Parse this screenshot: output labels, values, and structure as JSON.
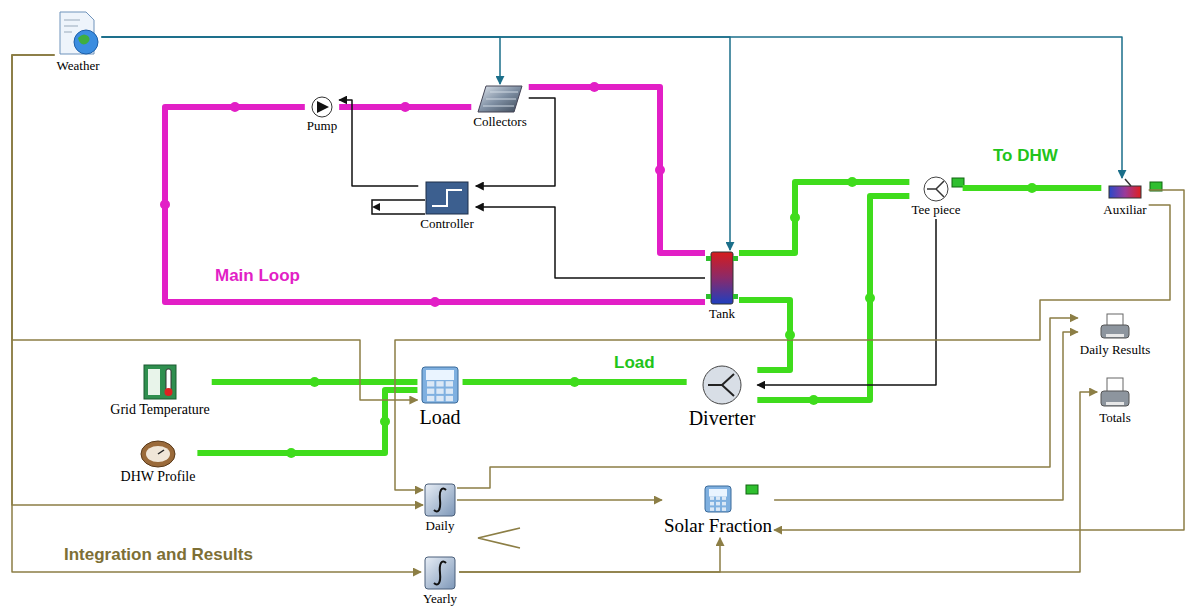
{
  "diagram": {
    "nodes": [
      {
        "text": [
          "Weather"
        ]
      },
      {
        "text": [
          "Pump"
        ]
      },
      {
        "text": [
          "Collectors"
        ]
      },
      {
        "text": [
          "Controller"
        ]
      },
      {
        "text": [
          "Tank"
        ]
      },
      {
        "text": [
          "Tee piece"
        ]
      },
      {
        "text": [
          "Auxiliar"
        ]
      },
      {
        "text": [
          "Daily Results"
        ]
      },
      {
        "text": [
          "Totals"
        ]
      },
      {
        "text": [
          "Grid Temperature"
        ]
      },
      {
        "text": [
          "DHW Profile"
        ]
      },
      {
        "text": [
          "Load"
        ]
      },
      {
        "text": [
          "Diverter"
        ]
      },
      {
        "text": [
          "Daily"
        ]
      },
      {
        "text": [
          "Yearly"
        ]
      },
      {
        "text": [
          "Solar Fraction"
        ]
      }
    ],
    "edges": [
      {
        "from": 2,
        "to": 4,
        "arrow": "none"
      },
      {
        "from": 4,
        "to": 1,
        "arrow": "none"
      },
      {
        "from": 1,
        "to": 2,
        "arrow": "none"
      },
      {
        "from": 9,
        "to": 11,
        "arrow": "none"
      },
      {
        "from": 10,
        "to": 11,
        "arrow": "none"
      },
      {
        "from": 11,
        "to": 12,
        "arrow": "none"
      },
      {
        "from": 12,
        "to": 4,
        "arrow": "none"
      },
      {
        "from": 4,
        "to": 5,
        "arrow": "none"
      },
      {
        "from": 12,
        "to": 5,
        "arrow": "none"
      },
      {
        "from": 5,
        "to": 6,
        "arrow": "none"
      },
      {
        "from": 0,
        "to": 2,
        "arrow": "to"
      },
      {
        "from": 0,
        "to": 4,
        "arrow": "to"
      },
      {
        "from": 0,
        "to": 6,
        "arrow": "to"
      },
      {
        "from": 2,
        "to": 3,
        "arrow": "to"
      },
      {
        "from": 4,
        "to": 3,
        "arrow": "to"
      },
      {
        "from": 3,
        "to": 1,
        "arrow": "to"
      },
      {
        "from": 5,
        "to": 12,
        "arrow": "to"
      },
      {
        "from": 0,
        "to": 11,
        "arrow": "to"
      },
      {
        "from": 0,
        "to": 13,
        "arrow": "to"
      },
      {
        "from": 0,
        "to": 14,
        "arrow": "to"
      },
      {
        "from": 6,
        "to": 13,
        "arrow": "to"
      },
      {
        "from": 13,
        "to": 15,
        "arrow": "to"
      },
      {
        "from": 13,
        "to": 7,
        "arrow": "to"
      },
      {
        "from": 15,
        "to": 7,
        "arrow": "to"
      },
      {
        "from": 14,
        "to": 8,
        "arrow": "to"
      },
      {
        "from": 14,
        "to": 15,
        "arrow": "to"
      },
      {
        "from": 6,
        "to": 15,
        "arrow": "to"
      }
    ],
    "labels": [
      "Main Loop",
      "To DHW",
      "Load",
      "Integration and Results"
    ]
  }
}
